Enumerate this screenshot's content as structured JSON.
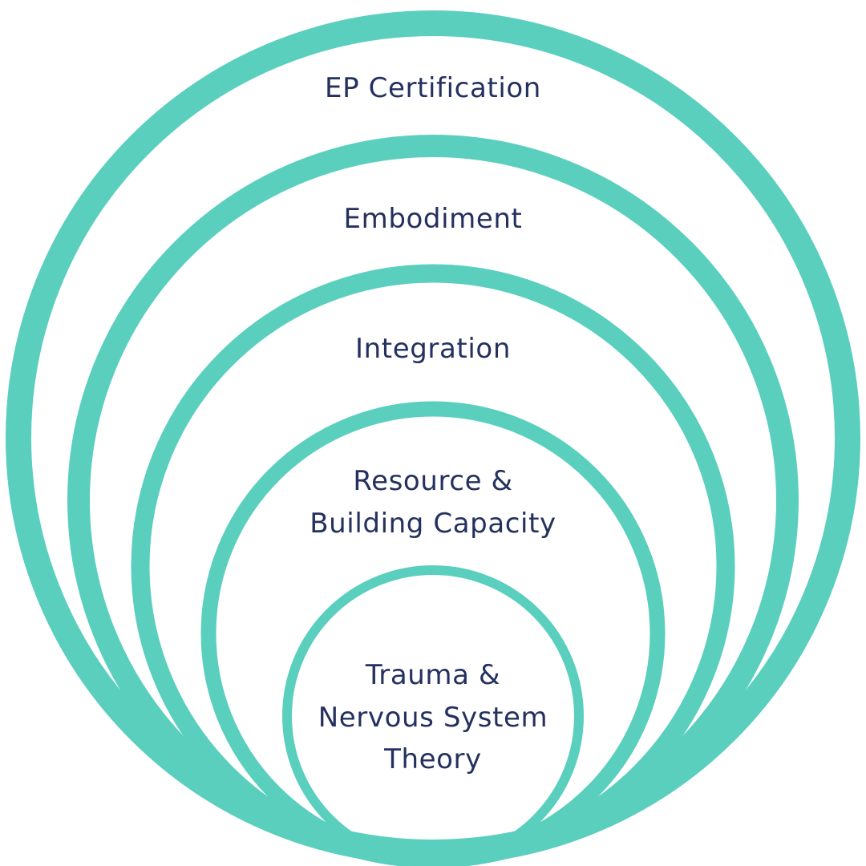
{
  "title": "Nested layers diagram",
  "colors": {
    "ring": "#5ACFBE",
    "text": "#24305E",
    "background": "#FFFFFF"
  },
  "layers": [
    {
      "name": "outer",
      "lines": [
        "EP Certification"
      ]
    },
    {
      "name": "second",
      "lines": [
        "Embodiment"
      ]
    },
    {
      "name": "third",
      "lines": [
        "Integration"
      ]
    },
    {
      "name": "fourth",
      "lines": [
        "Resource &",
        "Building Capacity"
      ]
    },
    {
      "name": "inner",
      "lines": [
        "Trauma &",
        "Nervous System",
        "Theory"
      ]
    }
  ]
}
